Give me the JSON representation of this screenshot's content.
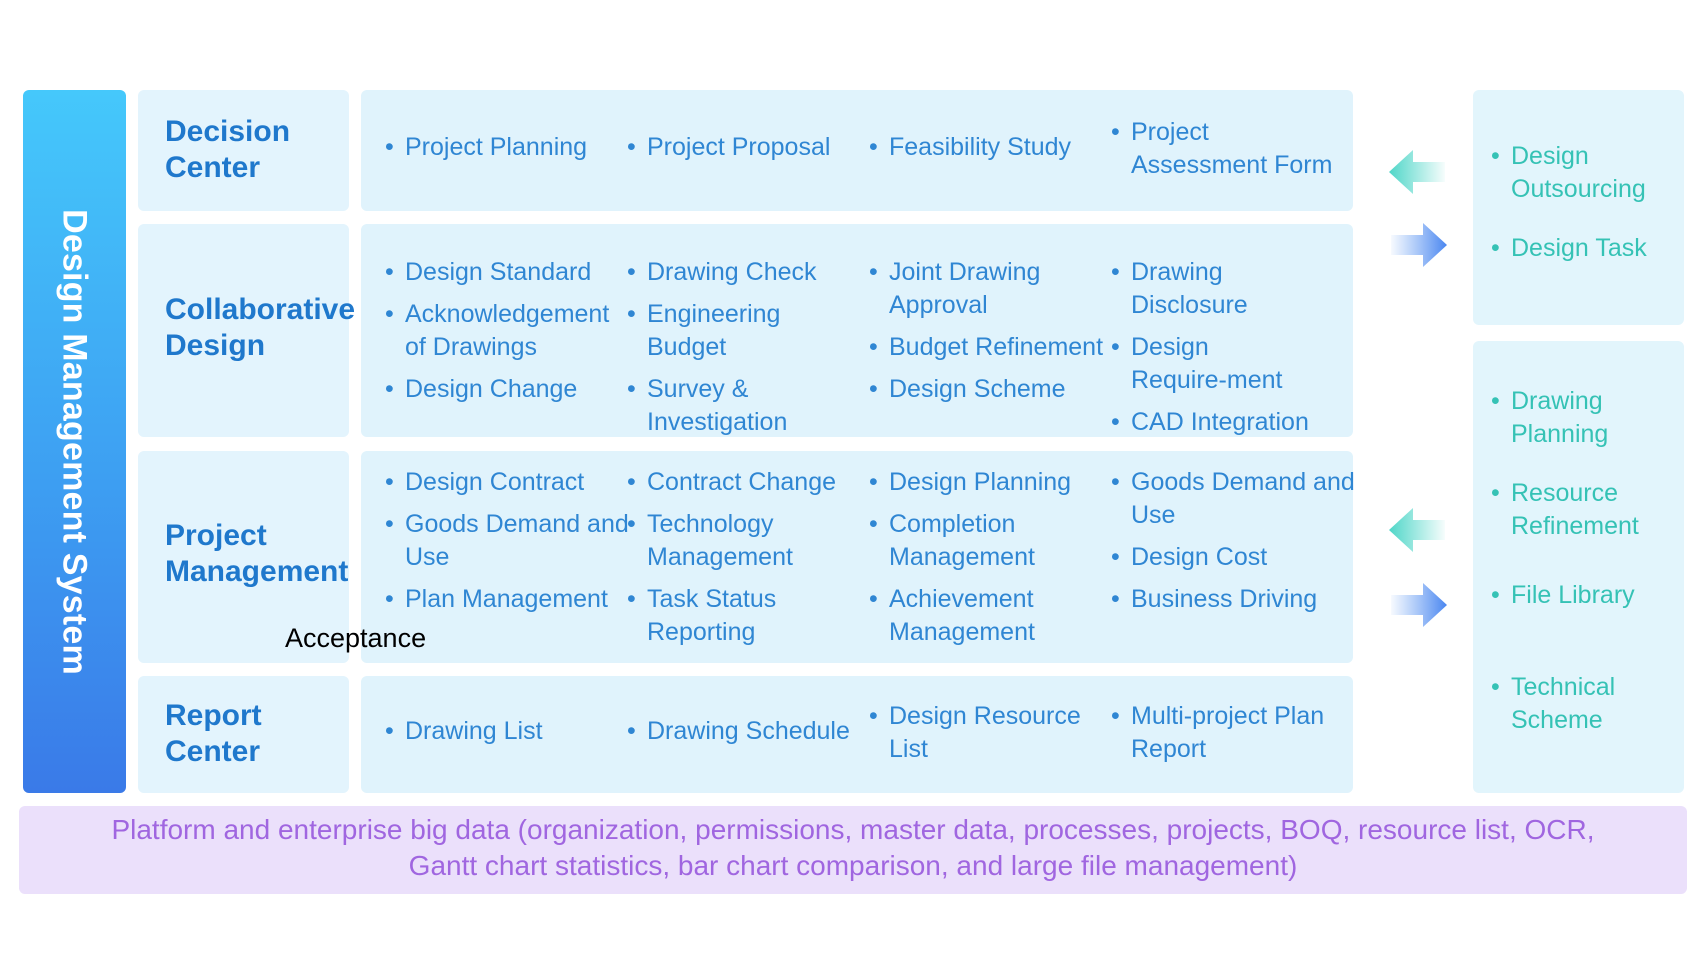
{
  "system_title": "Design Management System",
  "sections": [
    {
      "label_lines": [
        "Decision",
        "Center"
      ],
      "columns": [
        [
          "Project Planning"
        ],
        [
          "Project Proposal"
        ],
        [
          "Feasibility Study"
        ],
        [
          "Project Assessment Form"
        ]
      ]
    },
    {
      "label_lines": [
        "Collaborative",
        "Design"
      ],
      "columns": [
        [
          "Design Standard",
          "Acknowledgement of Drawings",
          "Design Change"
        ],
        [
          "Drawing Check",
          "Engineering Budget",
          "Survey & Investigation"
        ],
        [
          "Joint Drawing Approval",
          "Budget Refinement",
          "Design Scheme"
        ],
        [
          "Drawing Disclosure",
          "Design Require-ment",
          "CAD Integration"
        ]
      ]
    },
    {
      "label_lines": [
        "Project",
        "Management"
      ],
      "columns": [
        [
          "Design Contract",
          "Goods Demand and Use",
          "Plan Management"
        ],
        [
          "Contract Change",
          "Technology Management",
          "Task Status Reporting"
        ],
        [
          "Design Planning",
          "Completion Management",
          "Achievement Management"
        ],
        [
          "Goods Demand and Use",
          "Design Cost",
          "Business Driving"
        ]
      ]
    },
    {
      "label_lines": [
        "Report",
        "Center"
      ],
      "columns": [
        [
          "Drawing List"
        ],
        [
          "Drawing Schedule"
        ],
        [
          "Design Resource List"
        ],
        [
          "Multi-project Plan Report"
        ]
      ]
    }
  ],
  "stray_label": "Acceptance",
  "side_top_items": [
    "Design Outsourcing",
    "Design Task"
  ],
  "side_bottom_items": [
    "Drawing Planning",
    "Resource Refinement",
    "File Library",
    "Technical Scheme"
  ],
  "platform_text_lines": [
    "Platform and enterprise big data (organization, permissions, master data, processes, projects, BOQ, resource list, OCR,",
    "Gantt chart statistics, bar chart comparison, and large file management)"
  ],
  "colors": {
    "system_bar_top": "#45c8fb",
    "system_bar_bottom": "#3a7ae8",
    "label_text": "#1f78cc",
    "item_text": "#2f86d3",
    "side_text": "#35c2b5",
    "platform_bg": "#ebe0fb",
    "platform_text": "#a066e0",
    "arrow_left": "#6fdcd0",
    "arrow_right": "#5b97f2"
  },
  "icons": [
    "arrow-left-icon",
    "arrow-right-icon"
  ]
}
